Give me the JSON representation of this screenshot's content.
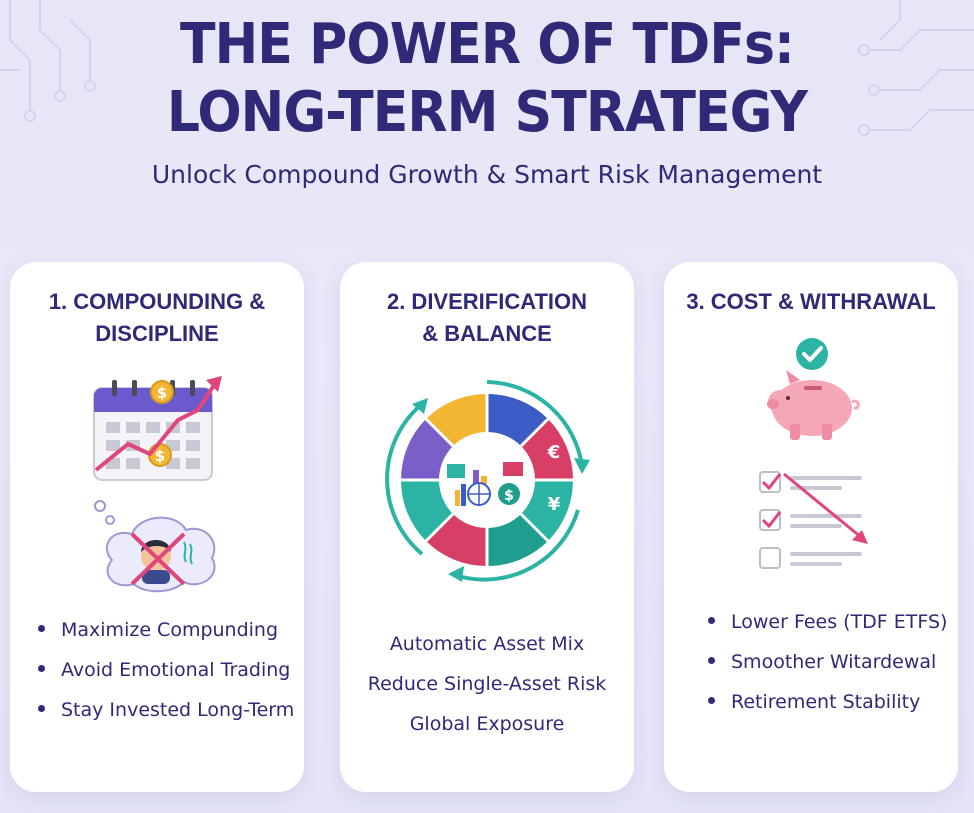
{
  "header": {
    "title_line1": "THE POWER OF TDFs:",
    "title_line2": "LONG-TERM STRATEGY",
    "subtitle": "Unlock Compound Growth & Smart Risk Management"
  },
  "cards": [
    {
      "title_line1": "1. COMPOUNDING &",
      "title_line2": "DISCIPLINE",
      "icons": [
        "calendar-growth-icon",
        "emotional-trading-crossed-icon"
      ],
      "items": [
        "Maximize Compunding",
        "Avoid Emotional Trading",
        "Stay Invested Long-Term"
      ]
    },
    {
      "title_line1": "2. DIVERIFICATION",
      "title_line2": "& BALANCE",
      "icons": [
        "asset-wheel-icon"
      ],
      "items": [
        "Automatic Asset Mix",
        "Reduce Single-Asset Risk",
        "Global Exposure"
      ]
    },
    {
      "title_line1": "3. COST & WITHRAWAL",
      "icons": [
        "piggy-bank-icon",
        "checklist-declining-icon"
      ],
      "items": [
        "Lower Fees (TDF ETFS)",
        "Smoother Witardewal",
        "Retirement Stability"
      ]
    }
  ],
  "icon_glyphs": {
    "dollar": "$",
    "euro": "€",
    "yen": "¥"
  },
  "colors": {
    "title": "#2e2a78",
    "background": "#e7e7f7",
    "accent_purple": "#6a5acd",
    "accent_pink": "#e0457b",
    "accent_teal": "#2bb3a3",
    "gold": "#f2b632",
    "piggy_pink": "#f5a7b8"
  }
}
